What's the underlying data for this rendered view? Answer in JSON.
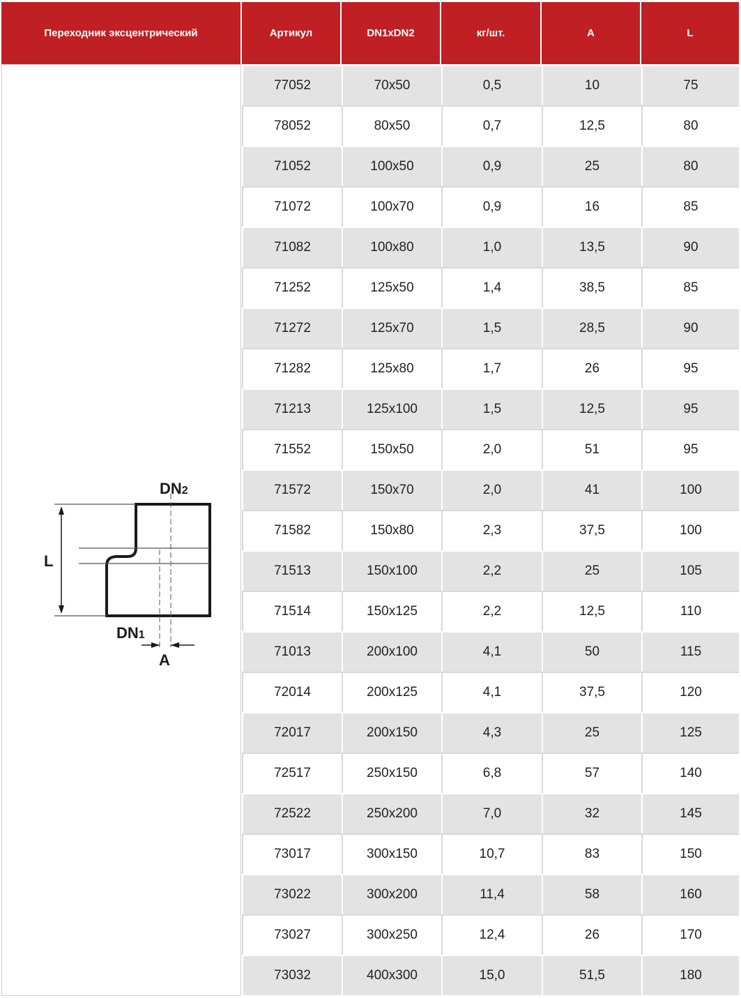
{
  "header": {
    "product": "Переходник эксцентрический",
    "article": "Артикул",
    "dn": "DN1xDN2",
    "weight": "кг/шт.",
    "a": "A",
    "l": "L"
  },
  "diagram": {
    "dn2_main": "DN",
    "dn2_sub": "2",
    "dn1_main": "DN",
    "dn1_sub": "1",
    "l_label": "L",
    "a_label": "A"
  },
  "rows": [
    {
      "article": "77052",
      "dn": "70x50",
      "weight": "0,5",
      "a": "10",
      "l": "75"
    },
    {
      "article": "78052",
      "dn": "80x50",
      "weight": "0,7",
      "a": "12,5",
      "l": "80"
    },
    {
      "article": "71052",
      "dn": "100x50",
      "weight": "0,9",
      "a": "25",
      "l": "80"
    },
    {
      "article": "71072",
      "dn": "100x70",
      "weight": "0,9",
      "a": "16",
      "l": "85"
    },
    {
      "article": "71082",
      "dn": "100x80",
      "weight": "1,0",
      "a": "13,5",
      "l": "90"
    },
    {
      "article": "71252",
      "dn": "125x50",
      "weight": "1,4",
      "a": "38,5",
      "l": "85"
    },
    {
      "article": "71272",
      "dn": "125x70",
      "weight": "1,5",
      "a": "28,5",
      "l": "90"
    },
    {
      "article": "71282",
      "dn": "125x80",
      "weight": "1,7",
      "a": "26",
      "l": "95"
    },
    {
      "article": "71213",
      "dn": "125x100",
      "weight": "1,5",
      "a": "12,5",
      "l": "95"
    },
    {
      "article": "71552",
      "dn": "150x50",
      "weight": "2,0",
      "a": "51",
      "l": "95"
    },
    {
      "article": "71572",
      "dn": "150x70",
      "weight": "2,0",
      "a": "41",
      "l": "100"
    },
    {
      "article": "71582",
      "dn": "150x80",
      "weight": "2,3",
      "a": "37,5",
      "l": "100"
    },
    {
      "article": "71513",
      "dn": "150x100",
      "weight": "2,2",
      "a": "25",
      "l": "105"
    },
    {
      "article": "71514",
      "dn": "150x125",
      "weight": "2,2",
      "a": "12,5",
      "l": "110"
    },
    {
      "article": "71013",
      "dn": "200x100",
      "weight": "4,1",
      "a": "50",
      "l": "115"
    },
    {
      "article": "72014",
      "dn": "200x125",
      "weight": "4,1",
      "a": "37,5",
      "l": "120"
    },
    {
      "article": "72017",
      "dn": "200x150",
      "weight": "4,3",
      "a": "25",
      "l": "125"
    },
    {
      "article": "72517",
      "dn": "250x150",
      "weight": "6,8",
      "a": "57",
      "l": "140"
    },
    {
      "article": "72522",
      "dn": "250x200",
      "weight": "7,0",
      "a": "32",
      "l": "145"
    },
    {
      "article": "73017",
      "dn": "300x150",
      "weight": "10,7",
      "a": "83",
      "l": "150"
    },
    {
      "article": "73022",
      "dn": "300x200",
      "weight": "11,4",
      "a": "58",
      "l": "160"
    },
    {
      "article": "73027",
      "dn": "300x250",
      "weight": "12,4",
      "a": "26",
      "l": "170"
    },
    {
      "article": "73032",
      "dn": "400x300",
      "weight": "15,0",
      "a": "51,5",
      "l": "180"
    }
  ],
  "colors": {
    "header_bg": "#c01f23",
    "row_gray": "#e3e3e3",
    "row_white": "#ffffff"
  }
}
